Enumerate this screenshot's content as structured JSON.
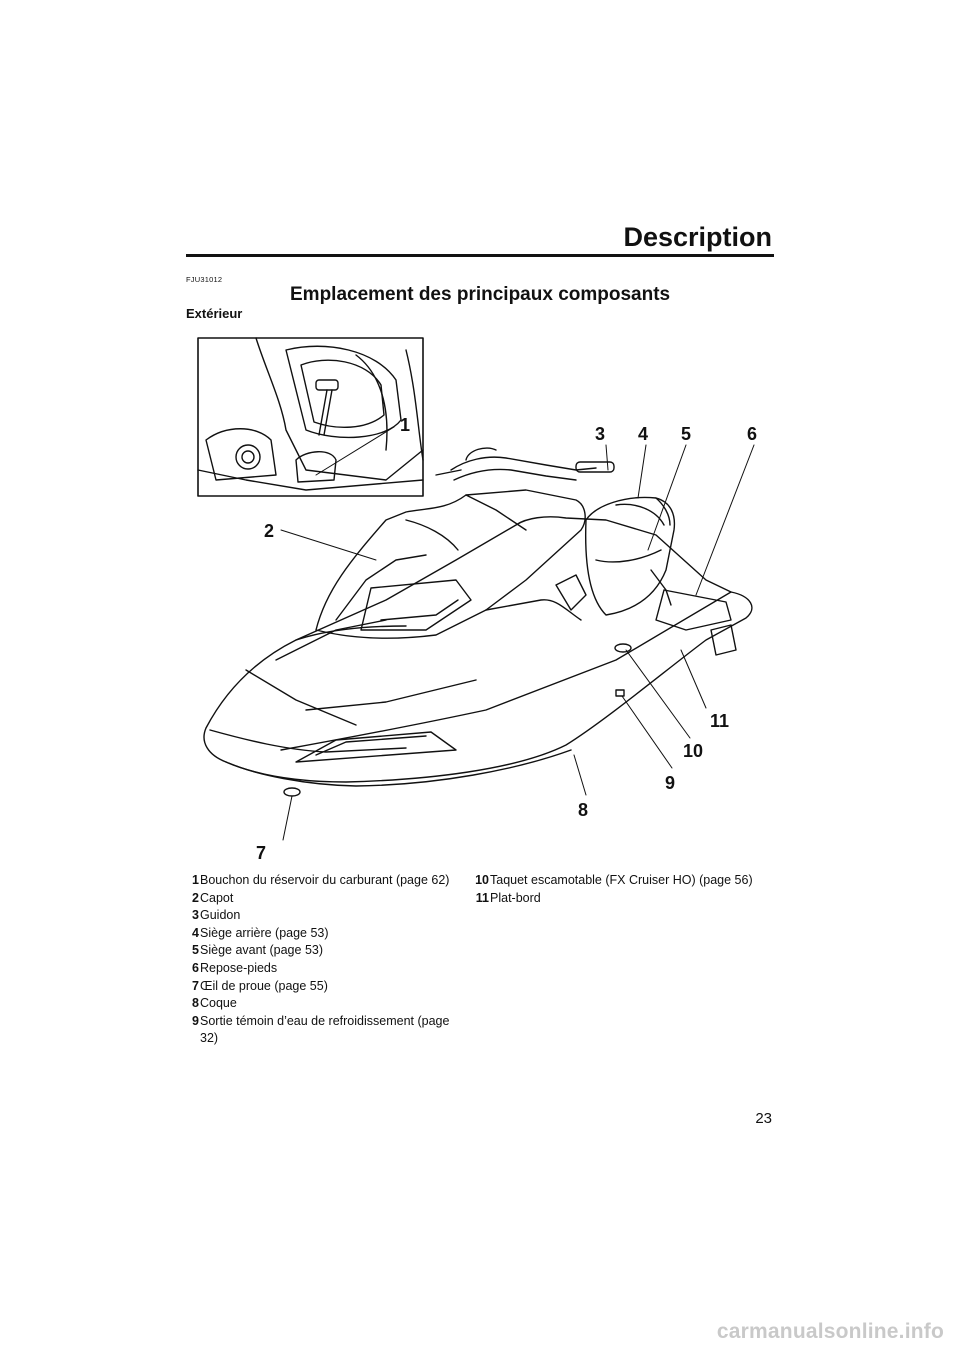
{
  "header": {
    "title": "Description"
  },
  "doc_code": "FJU31012",
  "section_title": "Emplacement des principaux composants",
  "subsection_title": "Extérieur",
  "callouts": [
    "1",
    "2",
    "3",
    "4",
    "5",
    "6",
    "7",
    "8",
    "9",
    "10",
    "11"
  ],
  "legend_left": [
    {
      "num": "1",
      "text": "Bouchon du réservoir du carburant (page 62)"
    },
    {
      "num": "2",
      "text": "Capot"
    },
    {
      "num": "3",
      "text": "Guidon"
    },
    {
      "num": "4",
      "text": "Siège arrière (page 53)"
    },
    {
      "num": "5",
      "text": "Siège avant (page 53)"
    },
    {
      "num": "6",
      "text": "Repose-pieds"
    },
    {
      "num": "7",
      "text": "Œil de proue (page 55)"
    },
    {
      "num": "8",
      "text": "Coque"
    },
    {
      "num": "9",
      "text": "Sortie témoin d’eau de refroidissement (page 32)"
    }
  ],
  "legend_right": [
    {
      "num": "10",
      "text": "Taquet escamotable (FX Cruiser HO) (page 56)"
    },
    {
      "num": "11",
      "text": "Plat-bord"
    }
  ],
  "page_number": "23",
  "watermark": "carmanualsonline.info"
}
